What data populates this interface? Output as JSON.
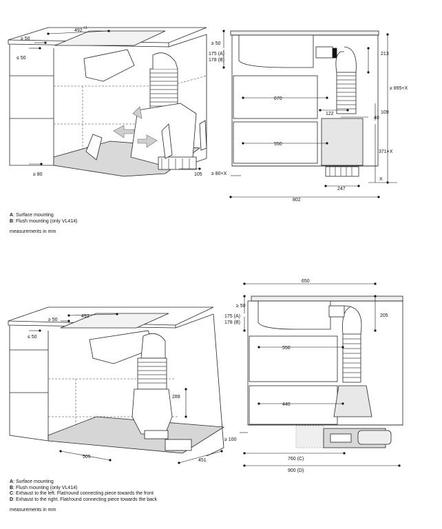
{
  "top": {
    "persp": {
      "w492": "492",
      "w492_sup": "±1",
      "ge50": "≥ 50",
      "le50": "≤ 50",
      "ge80": "≥ 80",
      "d105": "105"
    },
    "side": {
      "ge50": "≥ 50",
      "d175": "175 (A)",
      "d178": "178 (B)",
      "d670": "670",
      "d550": "550",
      "d122": "122",
      "d40": "40",
      "d109": "109",
      "d213": "213",
      "d895": "≥ 895+X",
      "d371": "371+X",
      "d80x": "≥ 80+X",
      "d247": "247",
      "d802": "802",
      "x": "X"
    },
    "legend": [
      {
        "key": "A",
        "text": ": Surface mounting"
      },
      {
        "key": "B",
        "text": ": Flush mounting (only VL414)"
      }
    ],
    "note": "measurements in mm"
  },
  "bottom": {
    "persp": {
      "ge50": "≥ 50",
      "w492": "492",
      "le50": "≤ 50",
      "d289": "289",
      "d505": "505",
      "d451": "451"
    },
    "side": {
      "d650": "650",
      "ge50": "≥ 50",
      "d175": "175 (A)",
      "d178": "178 (B)",
      "d205": "205",
      "d550": "550",
      "d440": "440",
      "ge100": "≥ 100",
      "d760": "760 (C)",
      "d900": "900 (D)"
    },
    "legend": [
      {
        "key": "A",
        "text": ": Surface mounting"
      },
      {
        "key": "B",
        "text": ": Flush mounting (only VL414)"
      },
      {
        "key": "C",
        "text": ": Exhaust to the left. Flat/round connecting piece towards the front"
      },
      {
        "key": "D",
        "text": ": Exhaust to the right. Flat/round connecting piece towards the back"
      }
    ],
    "note": "measurements in mm"
  }
}
